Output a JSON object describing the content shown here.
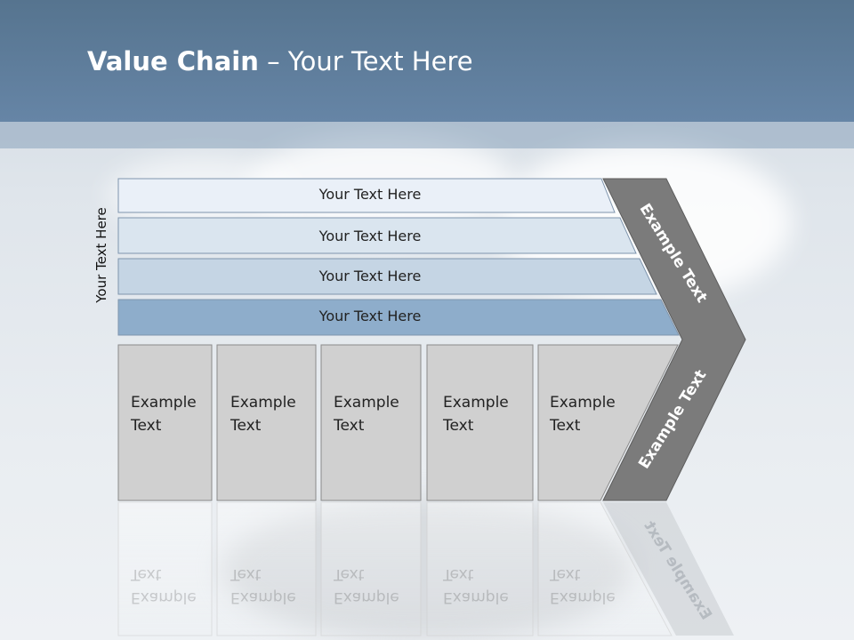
{
  "slide": {
    "title_bold": "Value Chain",
    "title_rest": " – Your Text Here",
    "side_label": "Your Text Here"
  },
  "rows": [
    {
      "label": "Your Text Here",
      "fill": "#eaf0f8"
    },
    {
      "label": "Your Text Here",
      "fill": "#dae5ef"
    },
    {
      "label": "Your Text Here",
      "fill": "#c5d5e4"
    },
    {
      "label": "Your Text Here",
      "fill": "#8eadcb"
    }
  ],
  "boxes": [
    {
      "line1": "Example",
      "line2": "Text"
    },
    {
      "line1": "Example",
      "line2": "Text"
    },
    {
      "line1": "Example",
      "line2": "Text"
    },
    {
      "line1": "Example",
      "line2": "Text"
    },
    {
      "line1": "Example",
      "line2": "Text"
    }
  ],
  "chevron": {
    "upper_label": "Example Text",
    "lower_label": "Example Text",
    "fill": "#7b7b7b"
  },
  "colors": {
    "header": "#6685a6",
    "box_fill": "#d0d0d0"
  }
}
